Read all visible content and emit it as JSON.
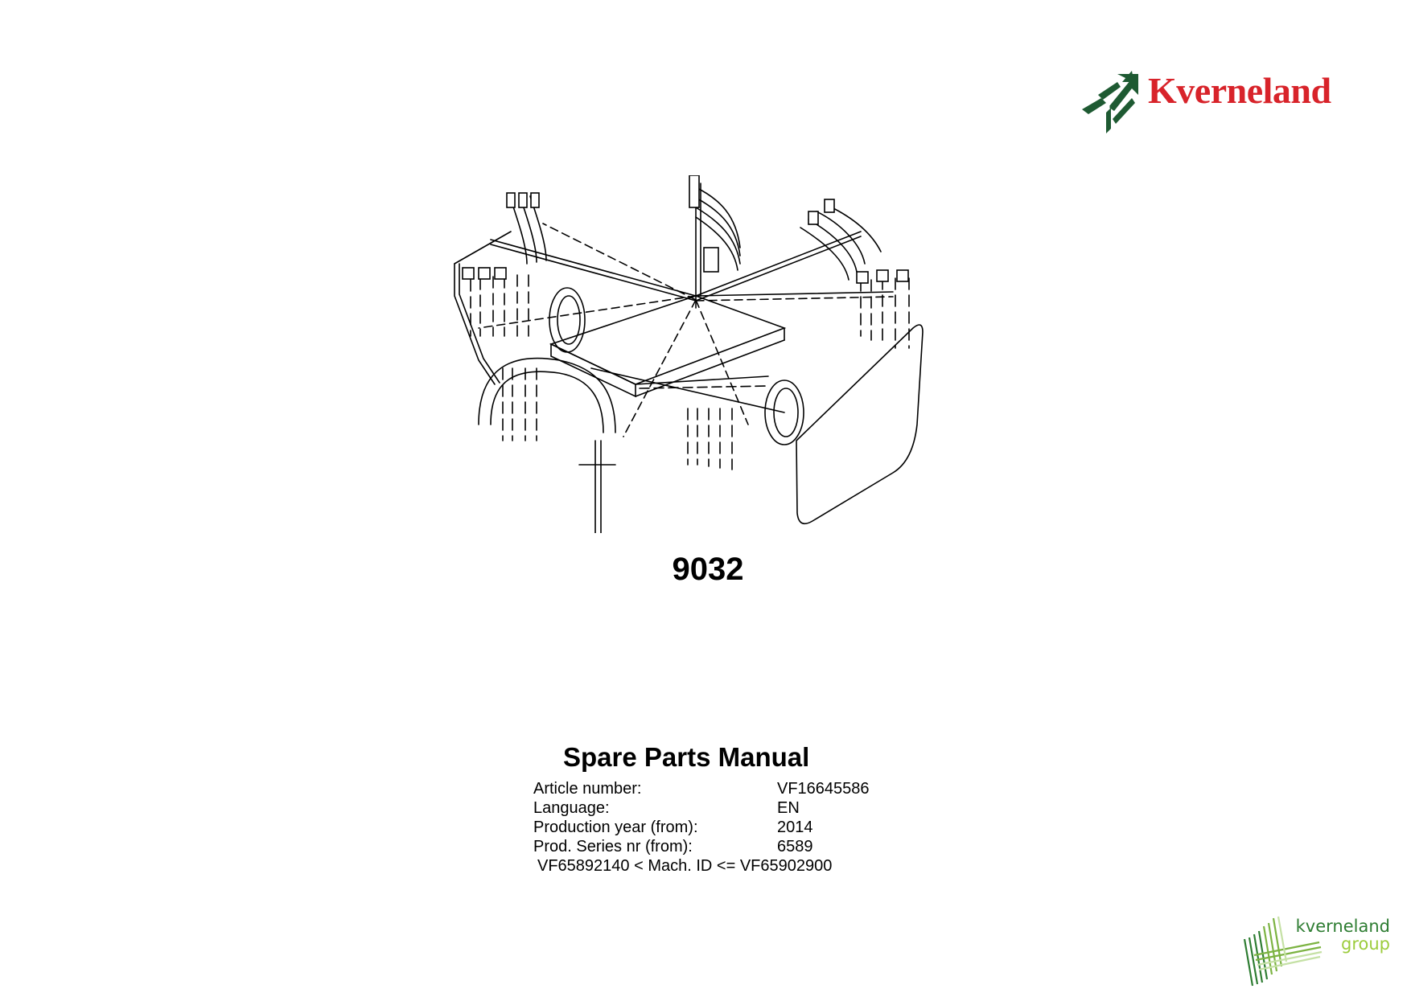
{
  "brand": {
    "name": "Kverneland",
    "color": "#d8232a",
    "mark_color": "#1e5a32"
  },
  "illustration": {
    "icon": "rotary-rake-drawing"
  },
  "model": {
    "number": "9032"
  },
  "document": {
    "title": "Spare Parts Manual",
    "details": [
      {
        "label": "Article number:",
        "value": "VF16645586"
      },
      {
        "label": "Language:",
        "value": "EN"
      },
      {
        "label": "Production year (from):",
        "value": "2014"
      },
      {
        "label": "Prod. Series nr (from):",
        "value": "6589"
      }
    ],
    "machine_id_range": "VF65892140 < Mach. ID <= VF65902900"
  },
  "group_logo": {
    "line1": "kverneland",
    "line2": "group",
    "color_dark": "#2e7d32",
    "color_light": "#9ccc3c"
  }
}
